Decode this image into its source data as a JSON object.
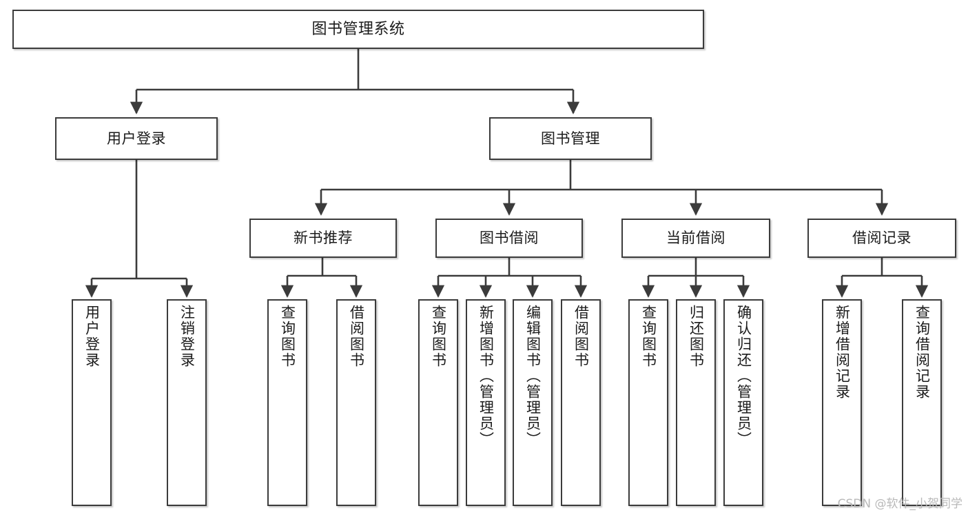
{
  "diagram": {
    "type": "tree",
    "title": "图书管理系统",
    "style": {
      "box_fill": "#ffffff",
      "box_stroke": "#3b3b3b",
      "line_color": "#3b3b3b",
      "text_color": "#1b1b1b",
      "background": "#ffffff",
      "watermark_color": "#b9b9b9"
    },
    "root": {
      "label": "图书管理系统"
    },
    "level1": [
      {
        "label": "用户登录"
      },
      {
        "label": "图书管理"
      }
    ],
    "level2": [
      {
        "label": "新书推荐"
      },
      {
        "label": "图书借阅"
      },
      {
        "label": "当前借阅"
      },
      {
        "label": "借阅记录"
      }
    ],
    "leaves": {
      "user_login": [
        {
          "label": "用户登录"
        },
        {
          "label": "注销登录"
        }
      ],
      "new_book_recommend": [
        {
          "label": "查询图书"
        },
        {
          "label": "借阅图书"
        }
      ],
      "book_borrow": [
        {
          "label": "查询图书"
        },
        {
          "label": "新增图书（管理员）"
        },
        {
          "label": "编辑图书（管理员）"
        },
        {
          "label": "借阅图书"
        }
      ],
      "current_borrow": [
        {
          "label": "查询图书"
        },
        {
          "label": "归还图书"
        },
        {
          "label": "确认归还（管理员）"
        }
      ],
      "borrow_record": [
        {
          "label": "新增借阅记录"
        },
        {
          "label": "查询借阅记录"
        }
      ]
    }
  },
  "watermark": {
    "text": "CSDN @软件_小贺同学"
  }
}
